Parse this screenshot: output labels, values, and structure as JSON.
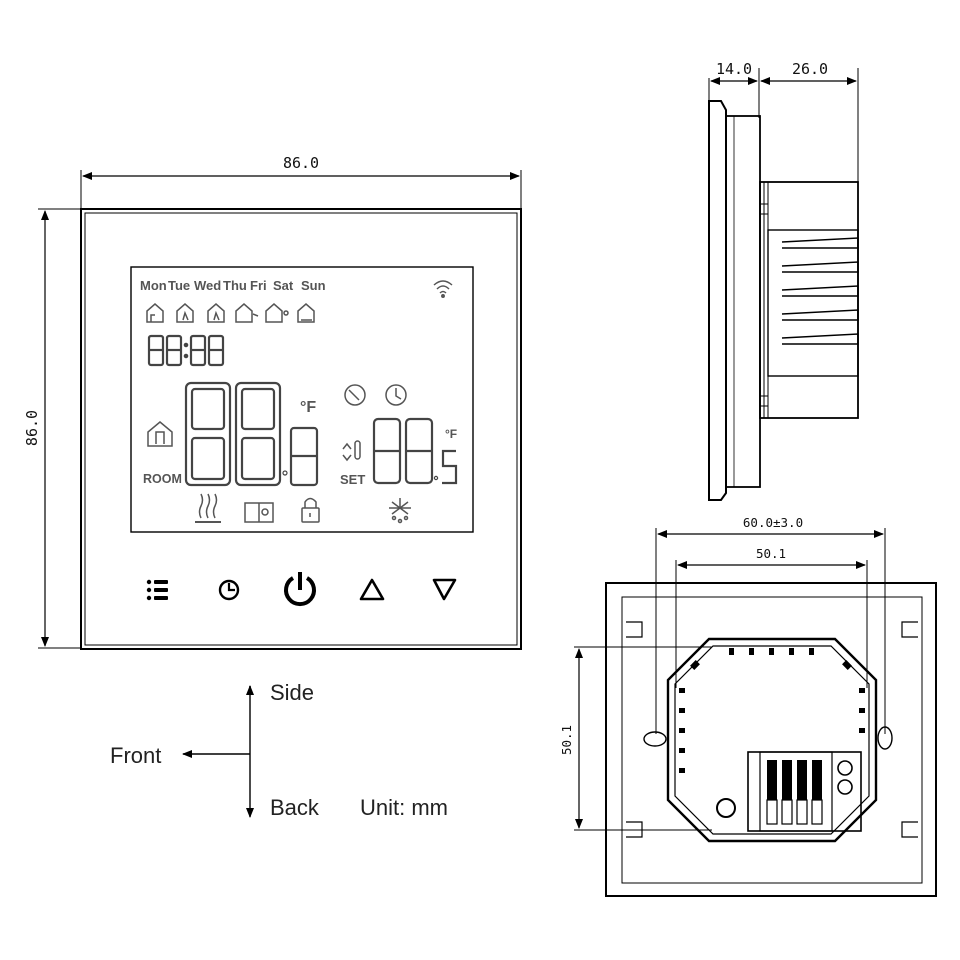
{
  "front_view": {
    "width_dim": "86.0",
    "height_dim": "86.0",
    "lcd": {
      "days": [
        "Mon",
        "Tue",
        "Wed",
        "Thu",
        "Fri",
        "Sat",
        "Sun"
      ],
      "room_label": "ROOM",
      "set_label": "SET",
      "unit_symbol": "°F"
    },
    "buttons": [
      "menu",
      "clock",
      "power",
      "up",
      "down"
    ]
  },
  "side_view": {
    "front_depth_dim": "14.0",
    "back_depth_dim": "26.0"
  },
  "back_view": {
    "hole_spacing_dim": "60.0±3.0",
    "box_width_dim": "50.1",
    "box_height_dim": "50.1"
  },
  "legend": {
    "side": "Side",
    "front": "Front",
    "back": "Back",
    "unit": "Unit: mm"
  }
}
